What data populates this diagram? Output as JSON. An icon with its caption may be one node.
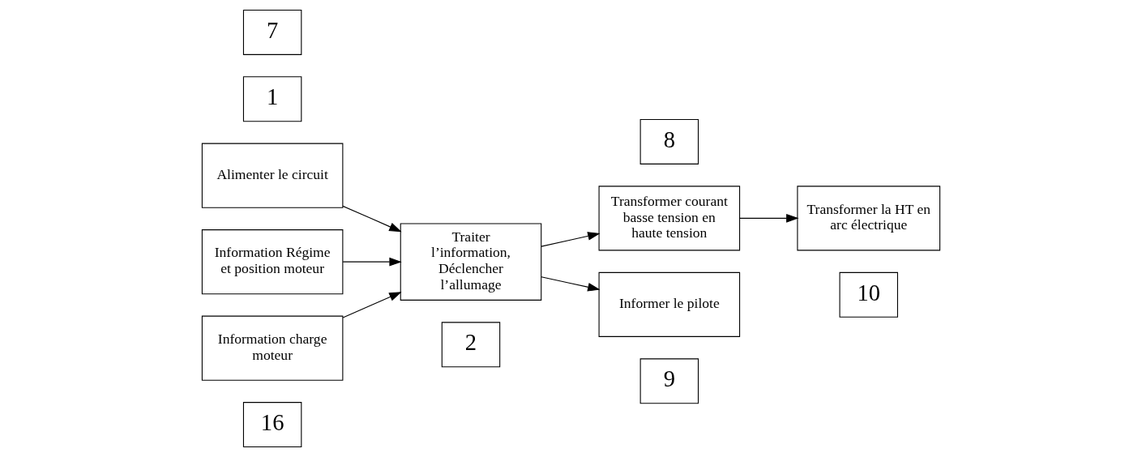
{
  "diagram": {
    "nodes": [
      {
        "text": [
          "16"
        ]
      },
      {
        "text": [
          "2"
        ]
      },
      {
        "text": [
          "9"
        ]
      },
      {
        "text": [
          "10"
        ]
      },
      {
        "text": [
          "Alimenter le circuit"
        ]
      },
      {
        "text": [
          "Traiter l’information, Déclencher l’allumage"
        ]
      },
      {
        "text": [
          "Transformer courant basse tension en haute tension"
        ]
      },
      {
        "text": [
          "Transformer la HT en arc électrique"
        ]
      },
      {
        "text": [
          "Informer le pilote"
        ]
      },
      {
        "text": [
          "Information Régime et position moteur"
        ]
      },
      {
        "text": [
          "Information charge moteur"
        ]
      },
      {
        "text": [
          "8"
        ]
      },
      {
        "text": [
          "1"
        ]
      },
      {
        "text": [
          "7"
        ]
      }
    ],
    "edges": [
      {
        "from": 4,
        "to": 5,
        "arrow": "to"
      },
      {
        "from": 5,
        "to": 6,
        "arrow": "to"
      },
      {
        "from": 5,
        "to": 8,
        "arrow": "to"
      },
      {
        "from": 6,
        "to": 7,
        "arrow": "to"
      },
      {
        "from": 9,
        "to": 5,
        "arrow": "to"
      },
      {
        "from": 10,
        "to": 5,
        "arrow": "to"
      }
    ]
  }
}
